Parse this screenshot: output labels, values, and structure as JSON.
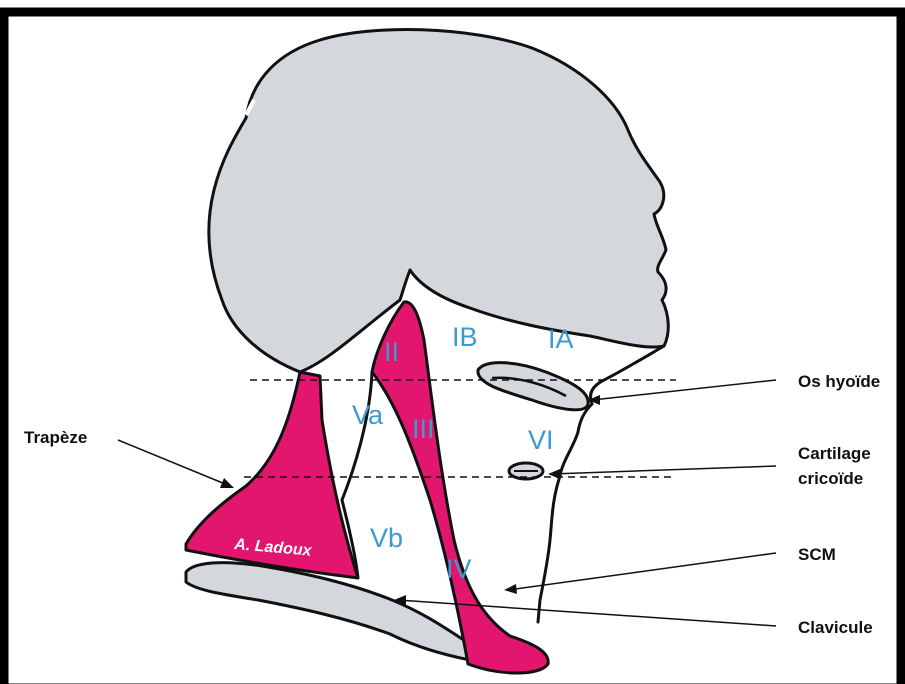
{
  "colors": {
    "frame": "#000000",
    "head_fill": "#d4d7dc",
    "muscle_fill": "#e3166f",
    "level_text": "#3d9ad1",
    "outline": "#111111",
    "annotation_text": "#111111",
    "credit_text": "#ffffff"
  },
  "levels": {
    "IA": "IA",
    "IB": "IB",
    "II": "II",
    "III": "III",
    "IV": "IV",
    "Va": "Va",
    "Vb": "Vb",
    "VI": "VI"
  },
  "annotations": {
    "os_hyoide": "Os hyoïde",
    "cartilage_line1": "Cartilage",
    "cartilage_line2": "cricoïde",
    "scm": "SCM",
    "clavicule": "Clavicule",
    "trapeze": "Trapèze"
  },
  "credit": "A. Ladoux"
}
